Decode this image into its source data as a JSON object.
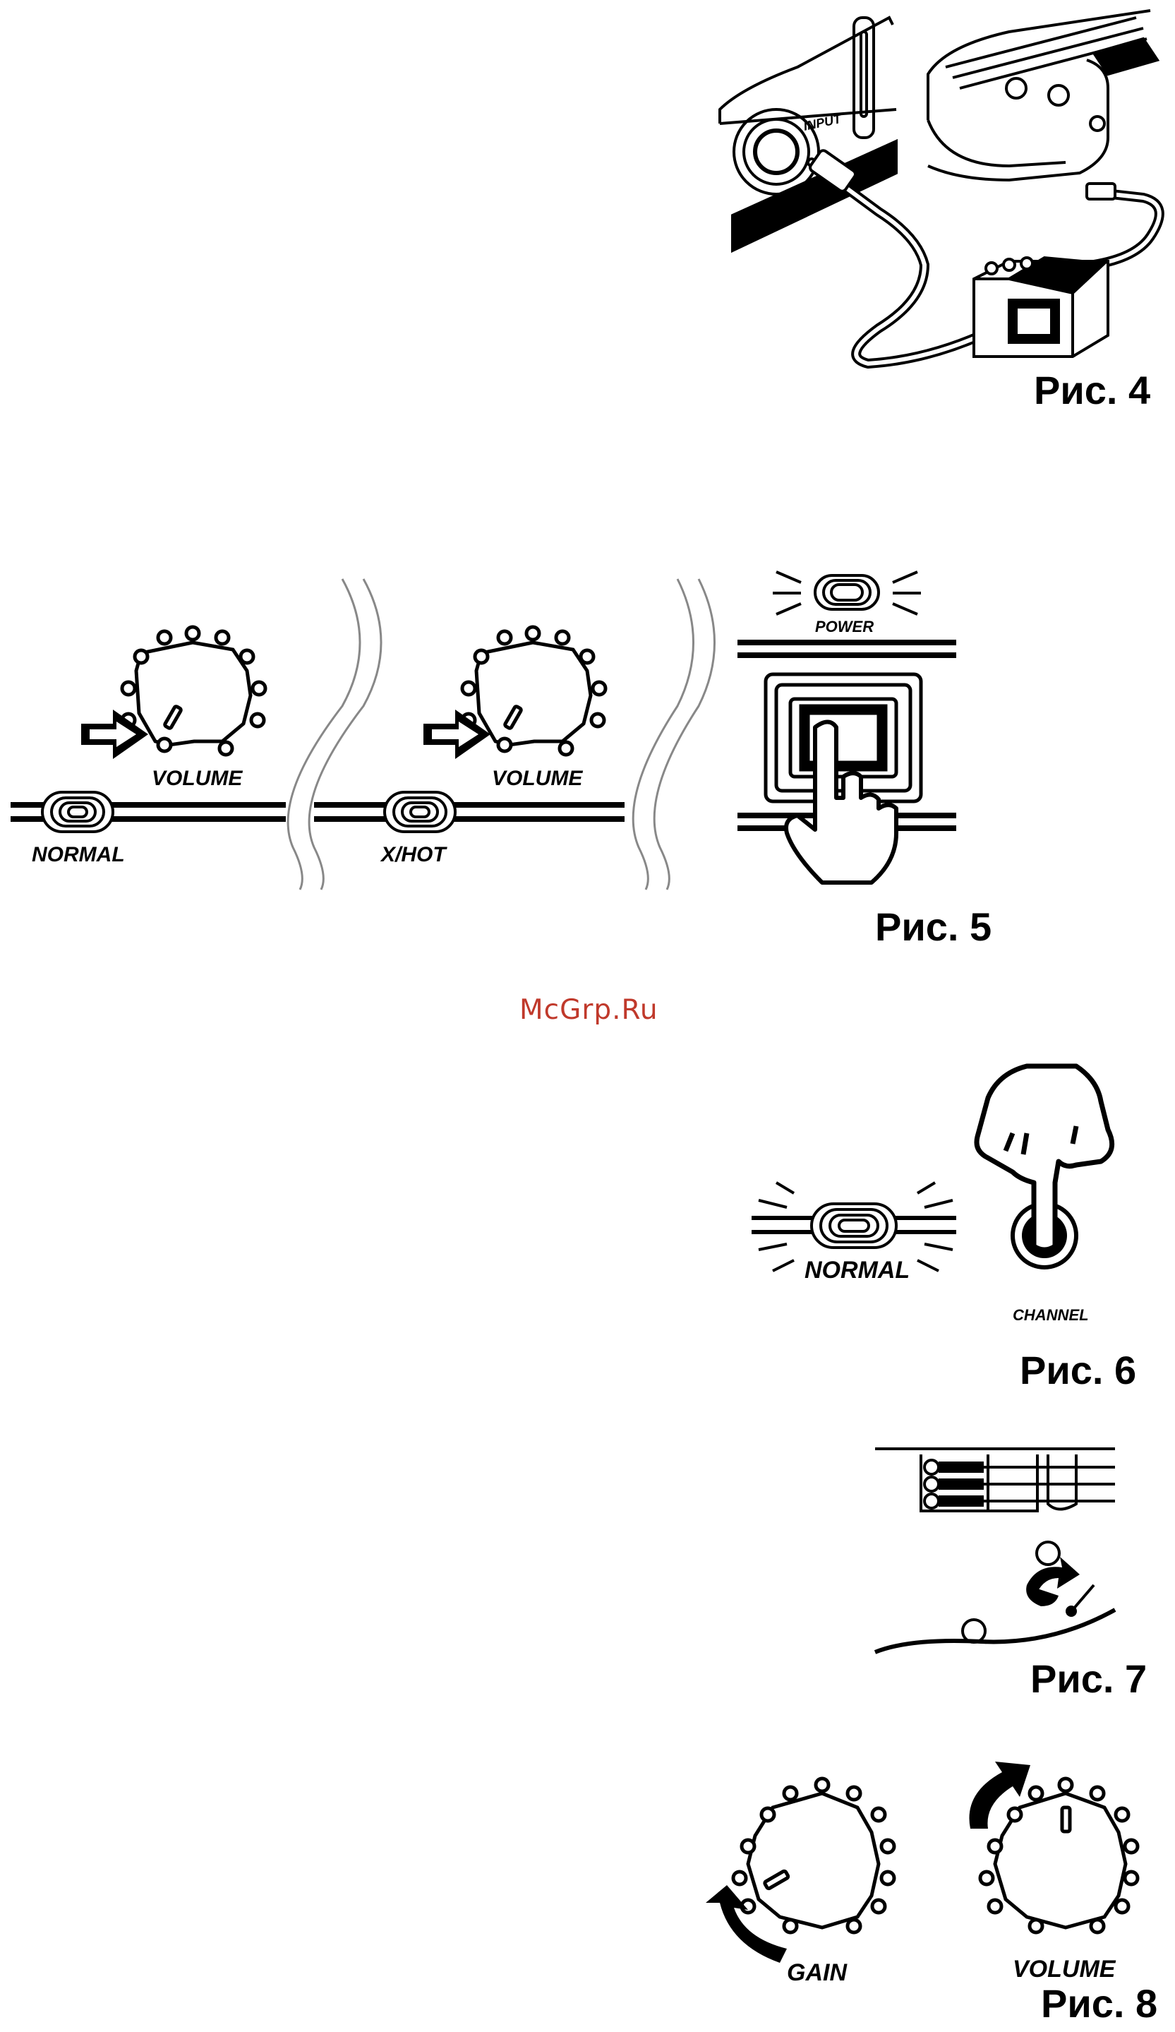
{
  "figures": {
    "fig4": {
      "caption": "Рис. 4",
      "jack_label": "INPUT"
    },
    "fig5": {
      "caption": "Рис. 5",
      "knob1_label": "VOLUME",
      "knob2_label": "VOLUME",
      "led1_label": "NORMAL",
      "led2_label": "X/HOT",
      "power_label": "POWER"
    },
    "fig6": {
      "caption": "Рис. 6",
      "led_label": "NORMAL",
      "button_label": "CHANNEL"
    },
    "fig7": {
      "caption": "Рис. 7"
    },
    "fig8": {
      "caption": "Рис. 8",
      "gain_label": "GAIN",
      "volume_label": "VOLUME"
    }
  },
  "watermark": "McGrp.Ru",
  "colors": {
    "ink": "#000000",
    "watermark": "#c0392b",
    "paper": "#ffffff"
  },
  "icons": [
    "guitar-amp-input-icon",
    "effects-pedal-icon",
    "arrow-right-icon",
    "power-switch-icon",
    "hand-pointer-icon",
    "rotate-arrow-icon"
  ]
}
